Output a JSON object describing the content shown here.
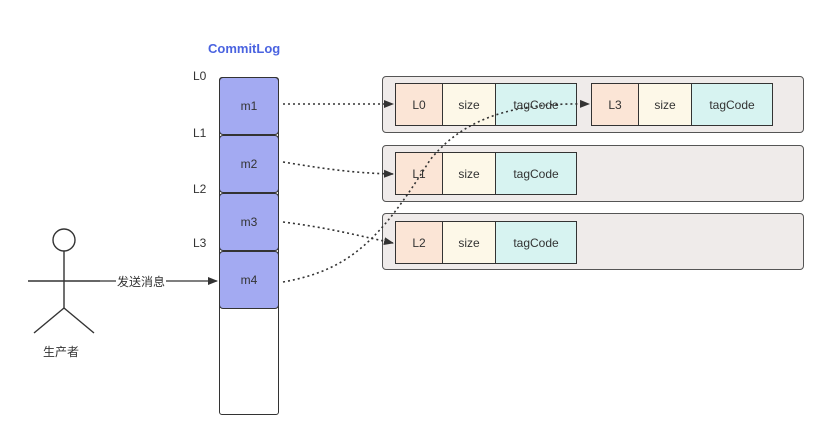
{
  "title": "CommitLog",
  "offsets": [
    "L0",
    "L1",
    "L2",
    "L3"
  ],
  "messages": [
    "m1",
    "m2",
    "m3",
    "m4"
  ],
  "producer": {
    "label": "生产者",
    "send_label": "发送消息"
  },
  "queues": [
    {
      "entries": [
        {
          "offset": "L0",
          "size": "size",
          "tag": "tagCode"
        },
        {
          "offset": "L3",
          "size": "size",
          "tag": "tagCode"
        }
      ]
    },
    {
      "entries": [
        {
          "offset": "L1",
          "size": "size",
          "tag": "tagCode"
        }
      ]
    },
    {
      "entries": [
        {
          "offset": "L2",
          "size": "size",
          "tag": "tagCode"
        }
      ]
    }
  ]
}
